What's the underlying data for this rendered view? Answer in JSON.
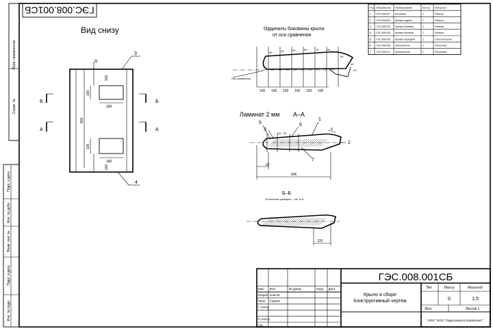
{
  "doc_code": "ГЭС.008.001СБ",
  "doc_code_mirror": "ГЭС.008.001СБ",
  "titles": {
    "bottom_view": "Вид снизу",
    "ordinates": [
      "Ординаты боковины крыла",
      "от оси сравнения"
    ],
    "laminate": "Ламинат 2 мм",
    "section_aa": "А–А",
    "section_bb": "Б–Б",
    "section_bb_note": "Остальные размеры – см. А-А",
    "axis_label": "Ось сравнения"
  },
  "side_stamps": [
    "Перв. применение",
    "Справ. №",
    "Подп. и дата",
    "Инв. № дубл.",
    "Взам. инв. №",
    "Подп. и дата",
    "Инв. № подл."
  ],
  "bottom_view": {
    "callouts": [
      "3",
      "4"
    ],
    "dims": [
      "10",
      "150",
      "100",
      "180",
      "800",
      "100",
      "180",
      "150"
    ],
    "section_marks": [
      "Б",
      "Б",
      "А",
      "А"
    ]
  },
  "ordinates": {
    "bottom_dims": [
      "100",
      "100",
      "100",
      "100",
      "100",
      "100"
    ],
    "values": [
      "30",
      "40",
      "50",
      "60",
      "75",
      "80",
      "55",
      "40",
      "20"
    ]
  },
  "section_aa": {
    "callouts": [
      "5",
      "3",
      "6",
      "1",
      "4",
      "2",
      "7"
    ],
    "dims": [
      "92",
      "546",
      "100",
      "50"
    ]
  },
  "section_bb": {
    "dims": [
      "120"
    ]
  },
  "bom": {
    "headers": [
      "Поз.",
      "Обозначение",
      "Наименование",
      "Кол-во",
      "Материал"
    ],
    "rows": [
      [
        "1",
        "ГЭС.008.001",
        "Боковина",
        "1",
        "Фанера"
      ],
      [
        "2",
        "ГЭС.008.002",
        "Кромка задняя",
        "1",
        "Фанера"
      ],
      [
        "3",
        "ГЭС.008.003",
        "Кромка боковая",
        "1",
        "Фанера"
      ],
      [
        "4",
        "ГЭС.008.004",
        "Кромка боковая",
        "1",
        "Фанера"
      ],
      [
        "5",
        "ГЭС.008.005",
        "Кромка передняя",
        "1",
        "Стеклопластик"
      ],
      [
        "6",
        "ГЭС.008.006",
        "Заполнитель",
        "1",
        "Пенопласт"
      ],
      [
        "7",
        "ГЭС.008.007",
        "Заполнитель",
        "1",
        "Пенопласт"
      ]
    ]
  },
  "title_block": {
    "code": "ГЭС.008.001СБ",
    "name_line1": "Крыло в сборе",
    "name_line2": "Конструктивный чертеж",
    "col_lit": "Лит.",
    "col_mass": "Масса",
    "col_scale": "Масштаб",
    "mass": "0",
    "scale": "1:5",
    "sheet": "Лист",
    "sheets": "Листов 1",
    "org": "ООО \"НПО \"Гидроэнергостройпроект\"",
    "rows": [
      [
        "Изм.",
        "Лист",
        "№ докум.",
        "Подп.",
        "Дата"
      ],
      [
        "Разраб.",
        "Анисов",
        "",
        "",
        ""
      ],
      [
        "Пров.",
        "Седнев",
        "",
        "",
        ""
      ],
      [
        "Т. контр.",
        "",
        "",
        "",
        ""
      ],
      [
        "",
        "",
        "",
        "",
        ""
      ],
      [
        "Н. контр.",
        "",
        "",
        "",
        ""
      ],
      [
        "Утв.",
        "",
        "",
        "",
        ""
      ]
    ]
  }
}
